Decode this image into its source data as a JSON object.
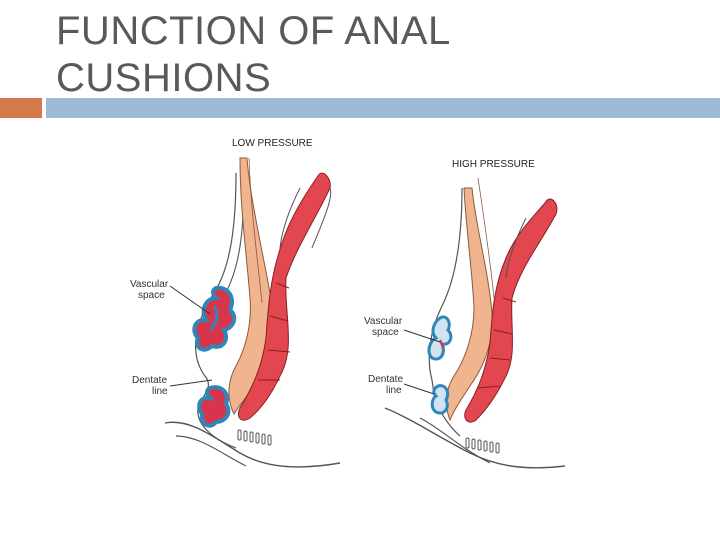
{
  "slide": {
    "title": "FUNCTION OF ANAL CUSHIONS"
  },
  "figure": {
    "left_panel": {
      "heading": "LOW PRESSURE",
      "label_vascular_line1": "Vascular",
      "label_vascular_line2": "space",
      "label_dentate_line1": "Dentate",
      "label_dentate_line2": "line"
    },
    "right_panel": {
      "heading": "HIGH PRESSURE",
      "label_vascular_line1": "Vascular",
      "label_vascular_line2": "space",
      "label_dentate_line1": "Dentate",
      "label_dentate_line2": "line"
    }
  },
  "colors": {
    "title_text": "#595959",
    "accent_orange": "#d3794a",
    "accent_blue": "#9cbad5",
    "muscle_red": "#e2464f",
    "tissue_peach": "#f0b48e",
    "vessel_blue": "#2f86b8",
    "vessel_red": "#d8344c"
  }
}
